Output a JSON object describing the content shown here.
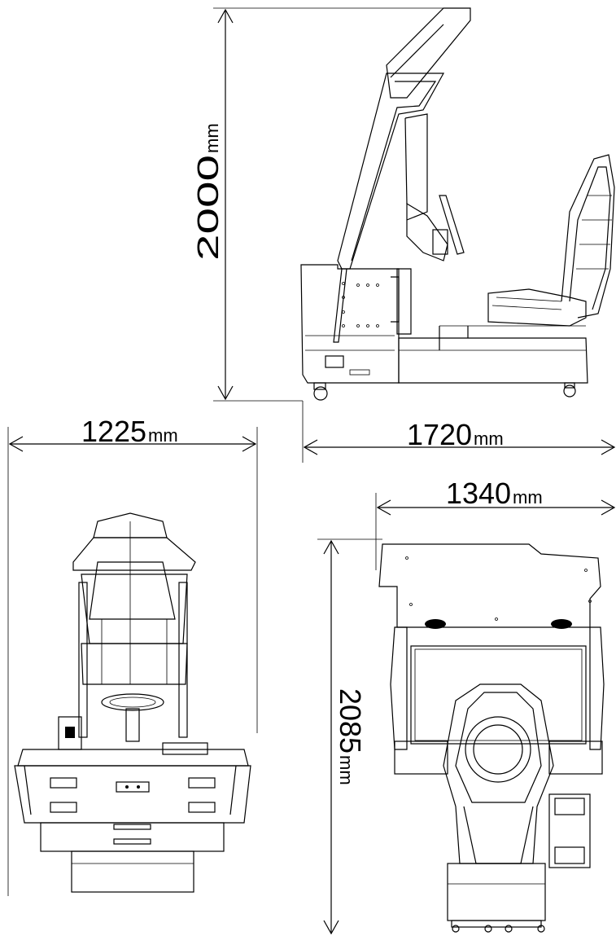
{
  "dimensions": {
    "height": {
      "value": "2000",
      "unit": "mm"
    },
    "depth": {
      "value": "1720",
      "unit": "mm"
    },
    "front_width": {
      "value": "1225",
      "unit": "mm"
    },
    "top_width": {
      "value": "1340",
      "unit": "mm"
    },
    "top_length": {
      "value": "2085",
      "unit": "mm"
    }
  },
  "views": [
    "side-view",
    "front-view",
    "top-view"
  ]
}
